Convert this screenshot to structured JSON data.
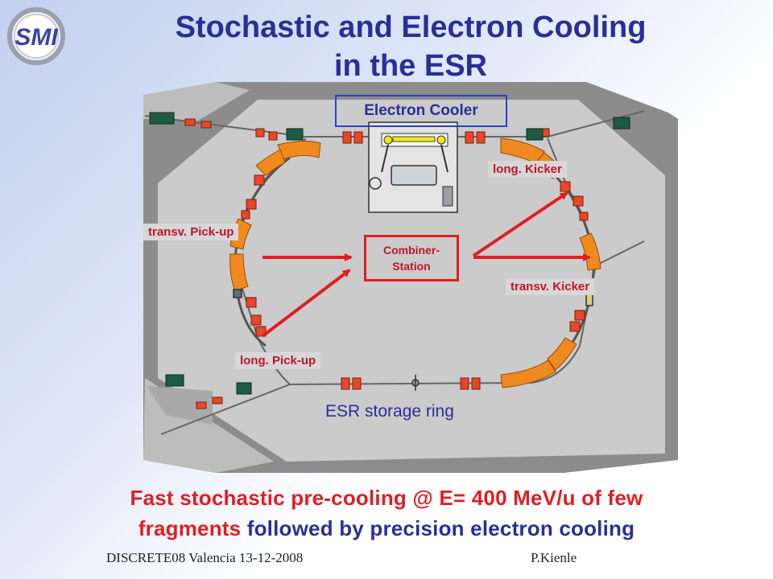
{
  "slide": {
    "title_line1": "Stochastic and Electron Cooling",
    "title_line2": "in the ESR",
    "logo_text": "SMI"
  },
  "diagram": {
    "electron_cooler_label": "Electron Cooler",
    "combiner_line1": "Combiner-",
    "combiner_line2": "Station",
    "long_kicker_label": "long. Kicker",
    "transv_pickup_label": "transv. Pick-up",
    "transv_kicker_label": "transv. Kicker",
    "long_pickup_label": "long. Pick-up",
    "ring_label": "ESR storage ring"
  },
  "summary": {
    "part1": "Fast stochastic pre-cooling @ E= 400 MeV/u of few",
    "part2_red": "fragments",
    "part2_blue": " followed by precision electron cooling"
  },
  "footer": {
    "left": "DISCRETE08  Valencia 13-12-2008",
    "right": "P.Kienle"
  },
  "colors": {
    "title": "#2a2f97",
    "arrow": "#e01e24",
    "magnet": "#f08a1e",
    "hall_floor": "#cbcbcb",
    "hall_wall": "#8c8c8c"
  }
}
